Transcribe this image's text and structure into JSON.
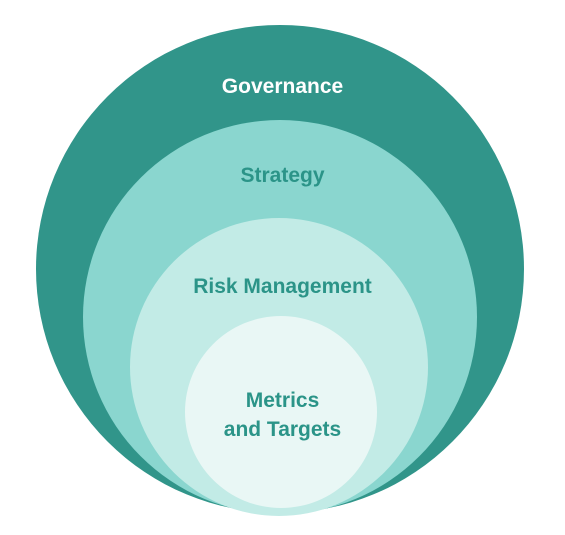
{
  "colors": {
    "governance_fill": "#31958a",
    "strategy_fill": "#8ad6cf",
    "risk_fill": "#c2ebe6",
    "metrics_fill": "#e9f7f5",
    "label_white": "#ffffff",
    "label_teal": "#2b9488"
  },
  "diagram": {
    "governance_label": "Governance",
    "strategy_label": "Strategy",
    "risk_label": "Risk Management",
    "metrics_label_line1": "Metrics",
    "metrics_label_line2": "and Targets"
  }
}
